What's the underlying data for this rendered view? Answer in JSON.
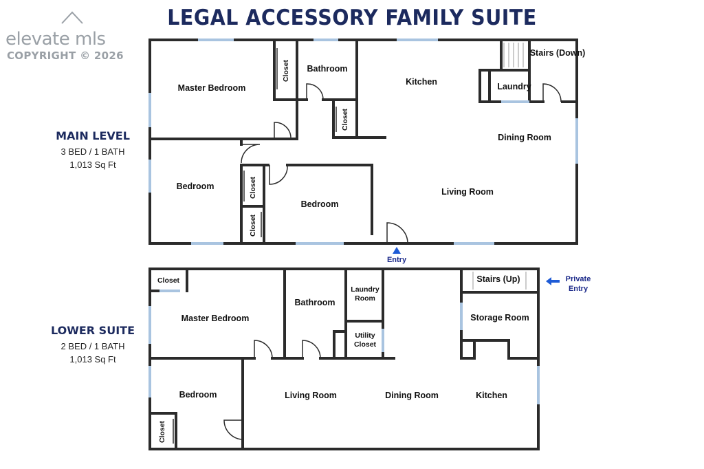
{
  "title": "LEGAL ACCESSORY FAMILY SUITE",
  "logo": {
    "name": "elevate mls",
    "copyright": "COPYRIGHT © 2026"
  },
  "main_level": {
    "heading": "MAIN LEVEL",
    "beds_baths": "3 BED / 1 BATH",
    "sqft": "1,013 Sq Ft",
    "rooms": {
      "master_bedroom": "Master Bedroom",
      "closet_master": "Closet",
      "bathroom": "Bathroom",
      "closet_hall": "Closet",
      "kitchen": "Kitchen",
      "stairs": "Stairs (Down)",
      "laundry": "Laundry",
      "dining_room": "Dining Room",
      "bedroom_1": "Bedroom",
      "closet_bed1": "Closet",
      "closet_bed2": "Closet",
      "bedroom_2": "Bedroom",
      "living_room": "Living Room"
    },
    "entry_label": "Entry"
  },
  "lower_suite": {
    "heading": "LOWER SUITE",
    "beds_baths": "2 BED / 1 BATH",
    "sqft": "1,013 Sq Ft",
    "rooms": {
      "closet_master": "Closet",
      "master_bedroom": "Master Bedroom",
      "bathroom": "Bathroom",
      "laundry_line1": "Laundry",
      "laundry_line2": "Room",
      "utility_line1": "Utility",
      "utility_line2": "Closet",
      "stairs": "Stairs (Up)",
      "storage_room": "Storage Room",
      "bedroom": "Bedroom",
      "closet_bed": "Closet",
      "living_room": "Living Room",
      "dining_room": "Dining Room",
      "kitchen": "Kitchen"
    },
    "private_entry_line1": "Private",
    "private_entry_line2": "Entry"
  },
  "colors": {
    "heading": "#1c2a5e",
    "wall": "#2b2b2b",
    "window": "#a9c4e0",
    "entry_arrow": "#1e5bd6"
  }
}
